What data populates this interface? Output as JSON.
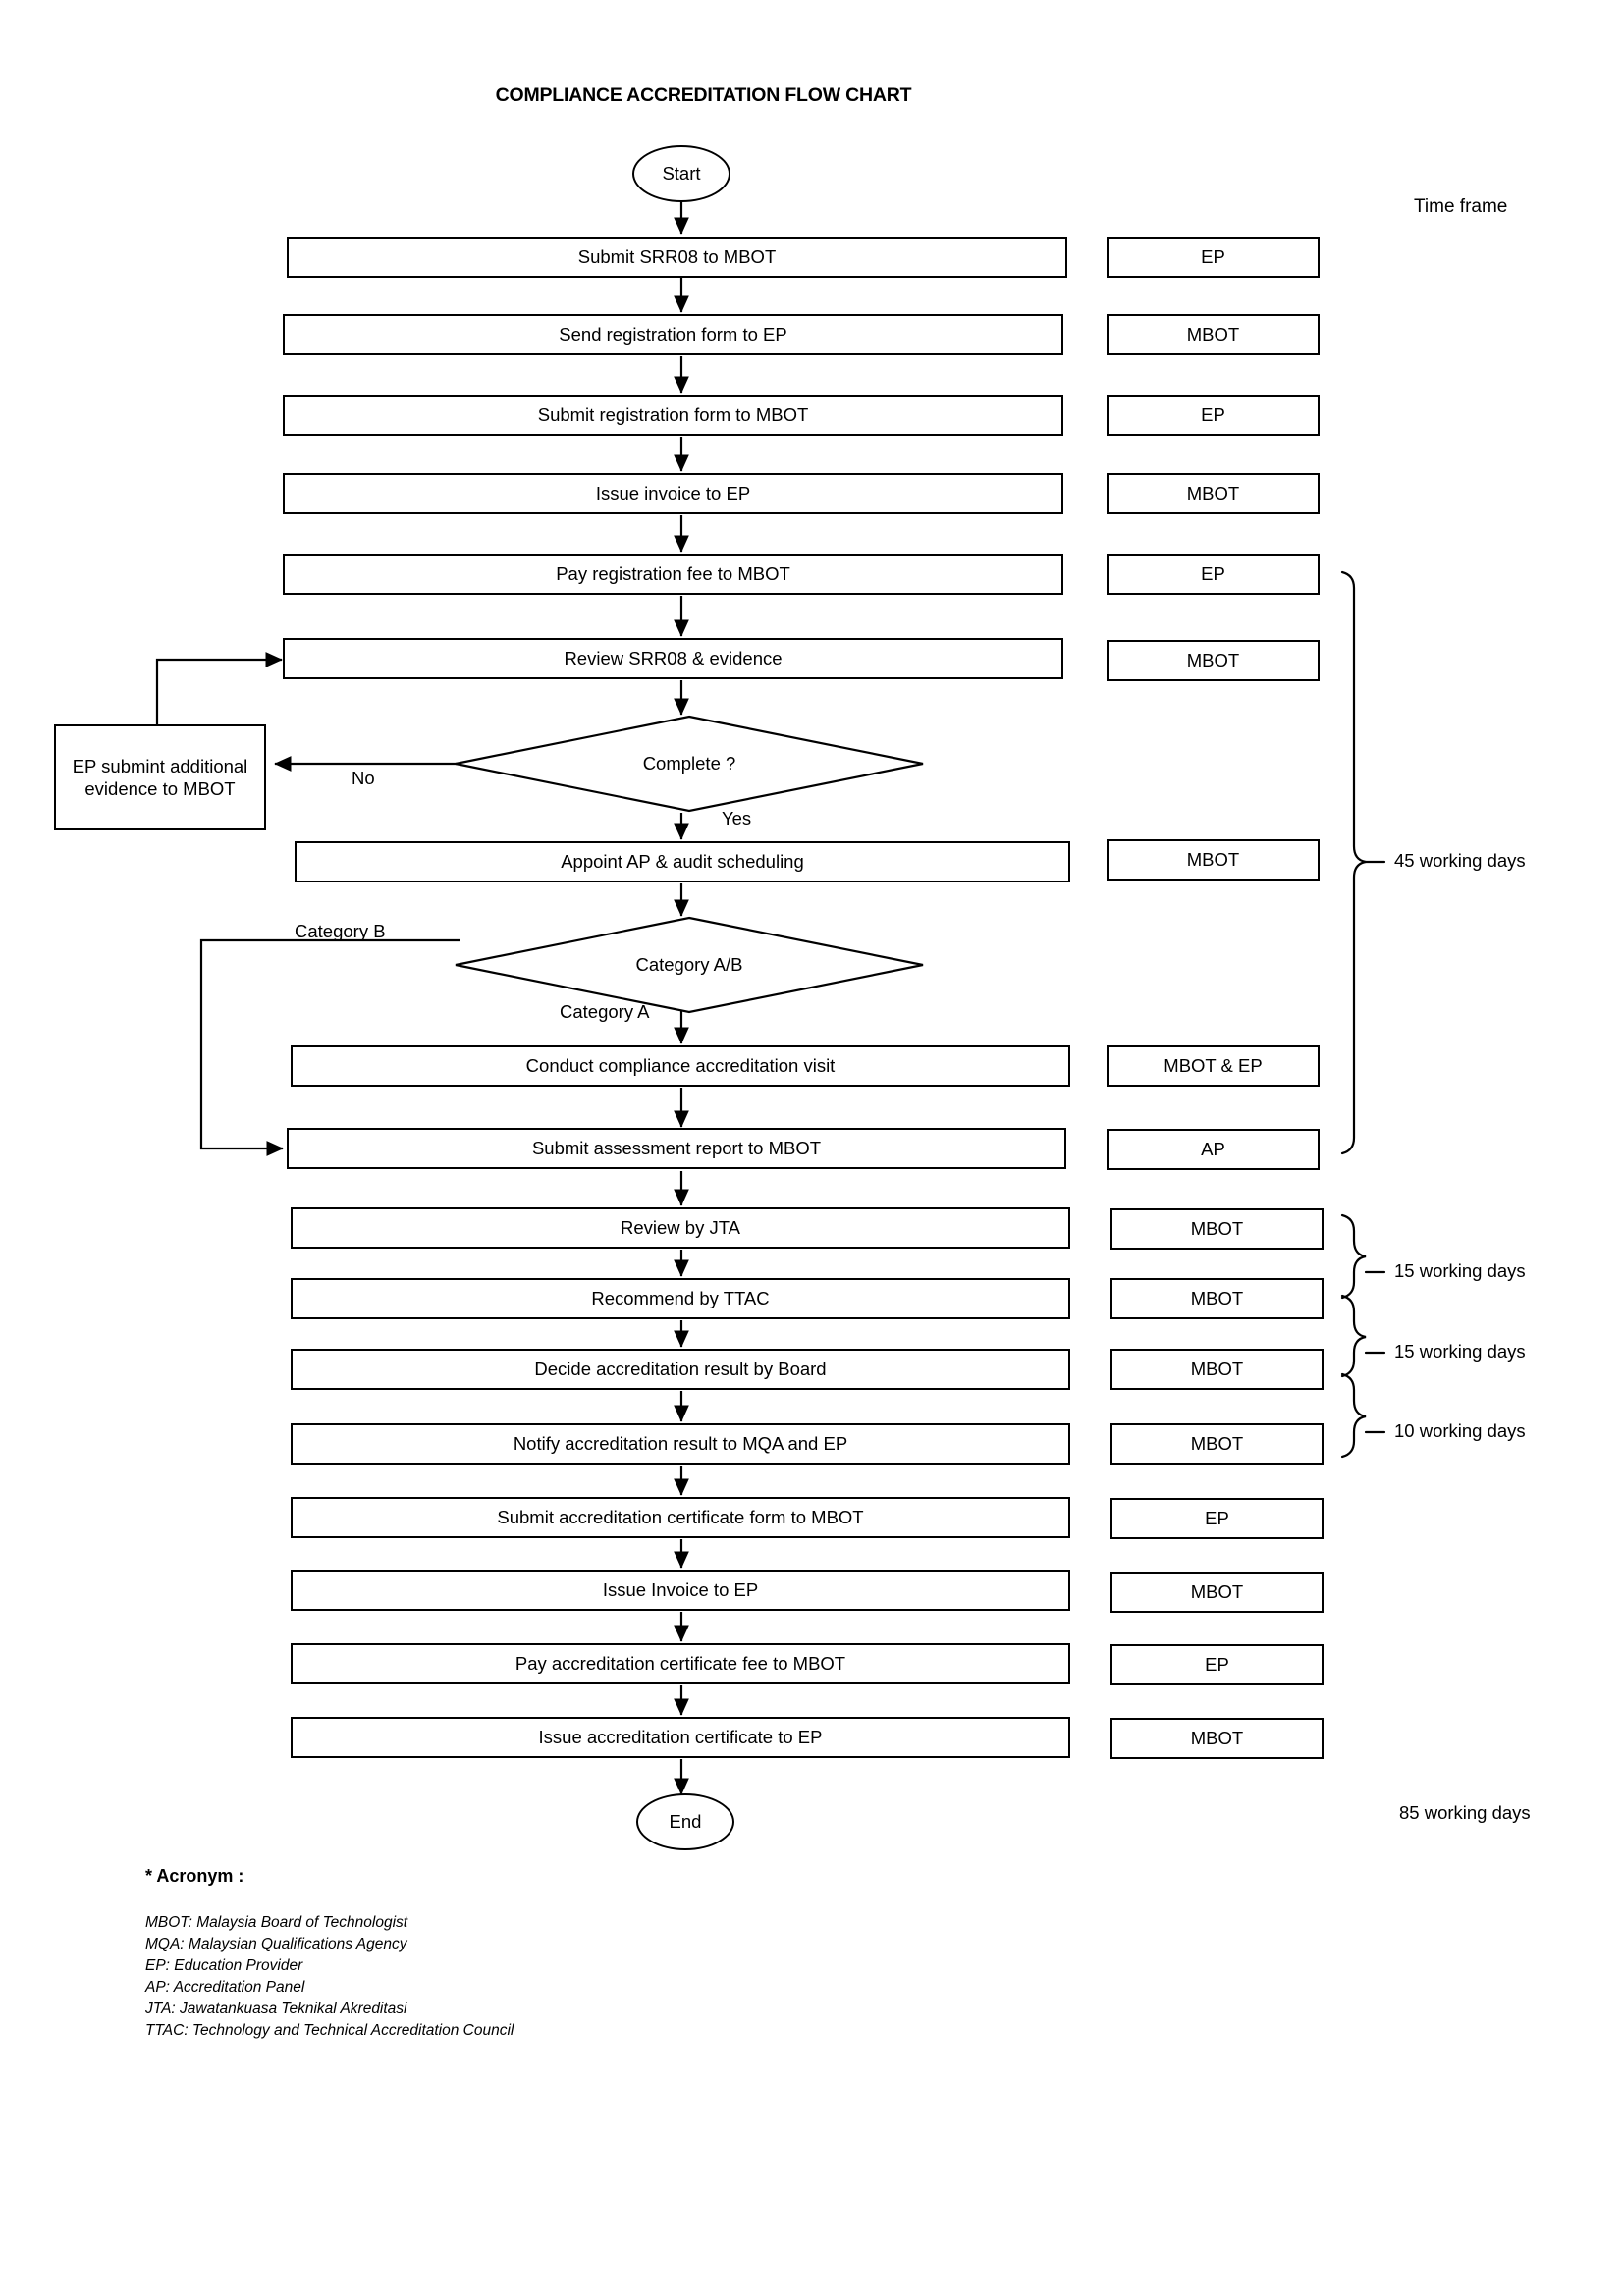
{
  "title": "COMPLIANCE ACCREDITATION FLOW CHART",
  "timeframe_header": "Time frame",
  "terminators": {
    "start": "Start",
    "end": "End"
  },
  "process_steps": [
    {
      "label": "Submit SRR08 to MBOT",
      "actor": "EP"
    },
    {
      "label": "Send registration form to EP",
      "actor": "MBOT"
    },
    {
      "label": "Submit registration form to MBOT",
      "actor": "EP"
    },
    {
      "label": "Issue invoice to EP",
      "actor": "MBOT"
    },
    {
      "label": "Pay registration fee to MBOT",
      "actor": "EP"
    },
    {
      "label": "Review SRR08 & evidence",
      "actor": "MBOT"
    },
    {
      "label": "Appoint AP & audit scheduling",
      "actor": "MBOT"
    },
    {
      "label": "Conduct compliance accreditation visit",
      "actor": "MBOT & EP"
    },
    {
      "label": "Submit assessment report to MBOT",
      "actor": "AP"
    },
    {
      "label": "Review by JTA",
      "actor": "MBOT"
    },
    {
      "label": "Recommend by TTAC",
      "actor": "MBOT"
    },
    {
      "label": "Decide accreditation result by Board",
      "actor": "MBOT"
    },
    {
      "label": "Notify accreditation result to MQA and EP",
      "actor": "MBOT"
    },
    {
      "label": "Submit accreditation certificate form to MBOT",
      "actor": "EP"
    },
    {
      "label": "Issue Invoice to EP",
      "actor": "MBOT"
    },
    {
      "label": "Pay accreditation certificate fee to MBOT",
      "actor": "EP"
    },
    {
      "label": "Issue accreditation certificate to EP",
      "actor": "MBOT"
    }
  ],
  "decisions": [
    {
      "label": "Complete ?",
      "yes": "Yes",
      "no": "No"
    },
    {
      "label": "Category A/B",
      "yes": "Category A",
      "no": "Category B"
    }
  ],
  "rework_box": {
    "line1": "EP submint additional",
    "line2": "evidence to MBOT"
  },
  "timeframes": [
    {
      "label": "45 working days"
    },
    {
      "label": "15 working days"
    },
    {
      "label": "15 working days"
    },
    {
      "label": "10 working days"
    }
  ],
  "total_timeframe": "85 working days",
  "acronyms": {
    "heading": "* Acronym :",
    "items": [
      "MBOT: Malaysia Board of Technologist",
      "MQA: Malaysian Qualifications Agency",
      "EP: Education Provider",
      "AP: Accreditation Panel",
      "JTA: Jawatankuasa Teknikal Akreditasi",
      "TTAC: Technology and Technical Accreditation Council"
    ]
  }
}
